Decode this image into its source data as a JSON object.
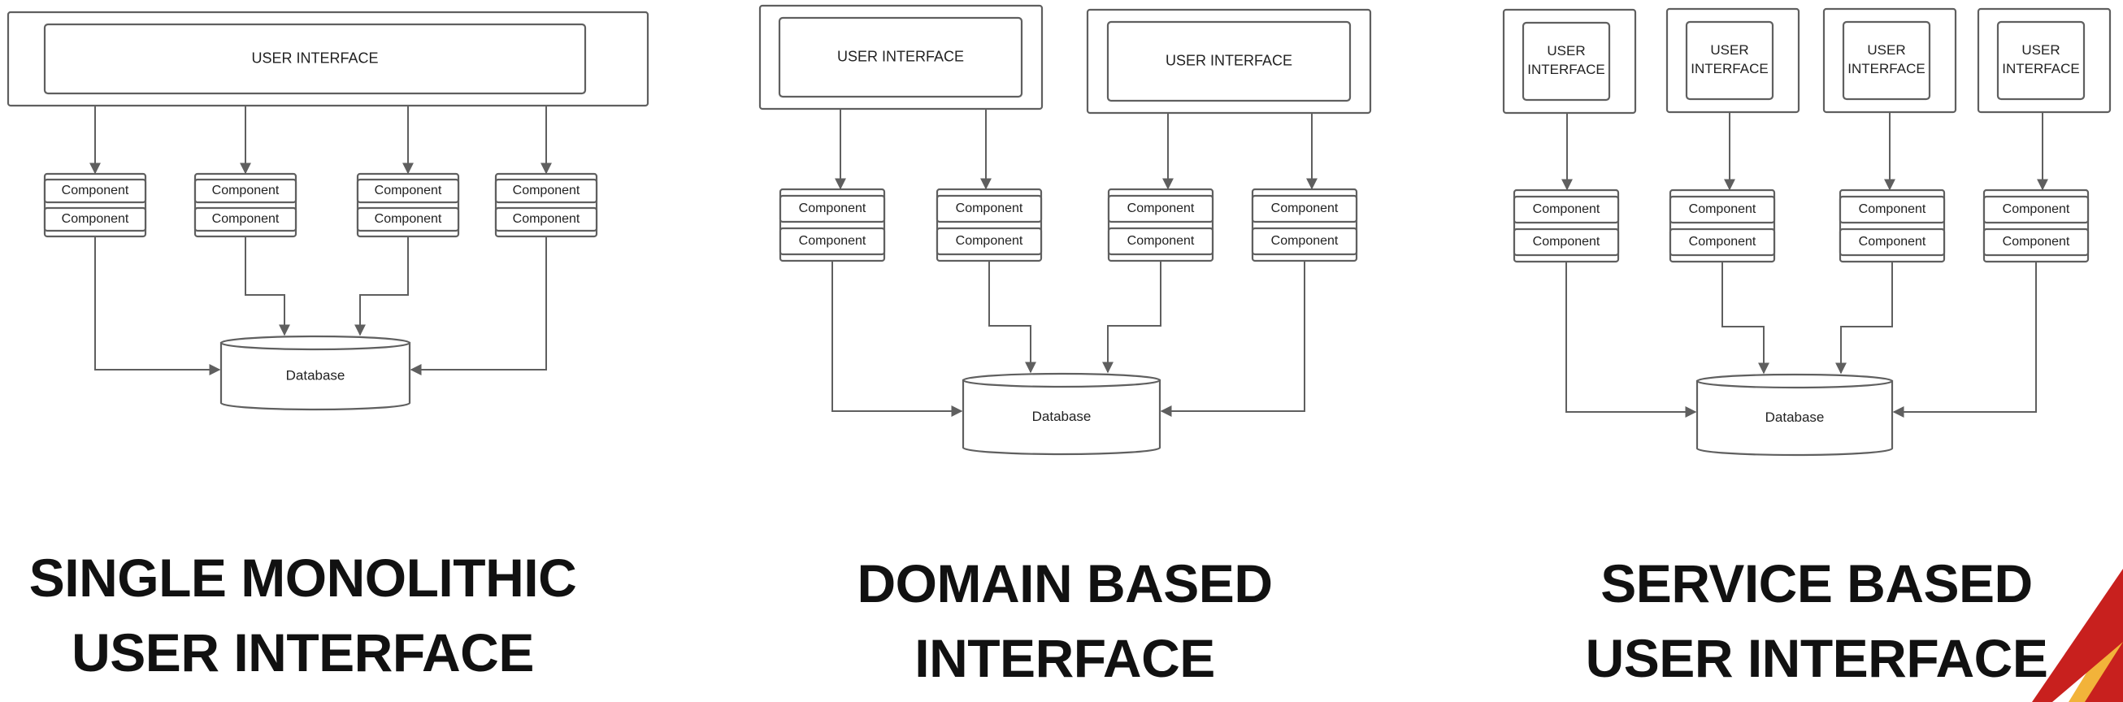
{
  "colors": {
    "line": "#5f5f5f",
    "text": "#222222",
    "caption": "#111111",
    "accent_red": "#c8201e",
    "accent_yellow": "#f2b33a"
  },
  "labels": {
    "user_interface": "USER INTERFACE",
    "user_interface_stacked": [
      "USER",
      "INTERFACE"
    ],
    "component": "Component",
    "database": "Database"
  },
  "captions": [
    {
      "lines": [
        "SINGLE MONOLITHIC",
        "USER INTERFACE"
      ]
    },
    {
      "lines": [
        "DOMAIN BASED",
        "INTERFACE"
      ]
    },
    {
      "lines": [
        "SERVICE BASED",
        "USER INTERFACE"
      ]
    }
  ]
}
